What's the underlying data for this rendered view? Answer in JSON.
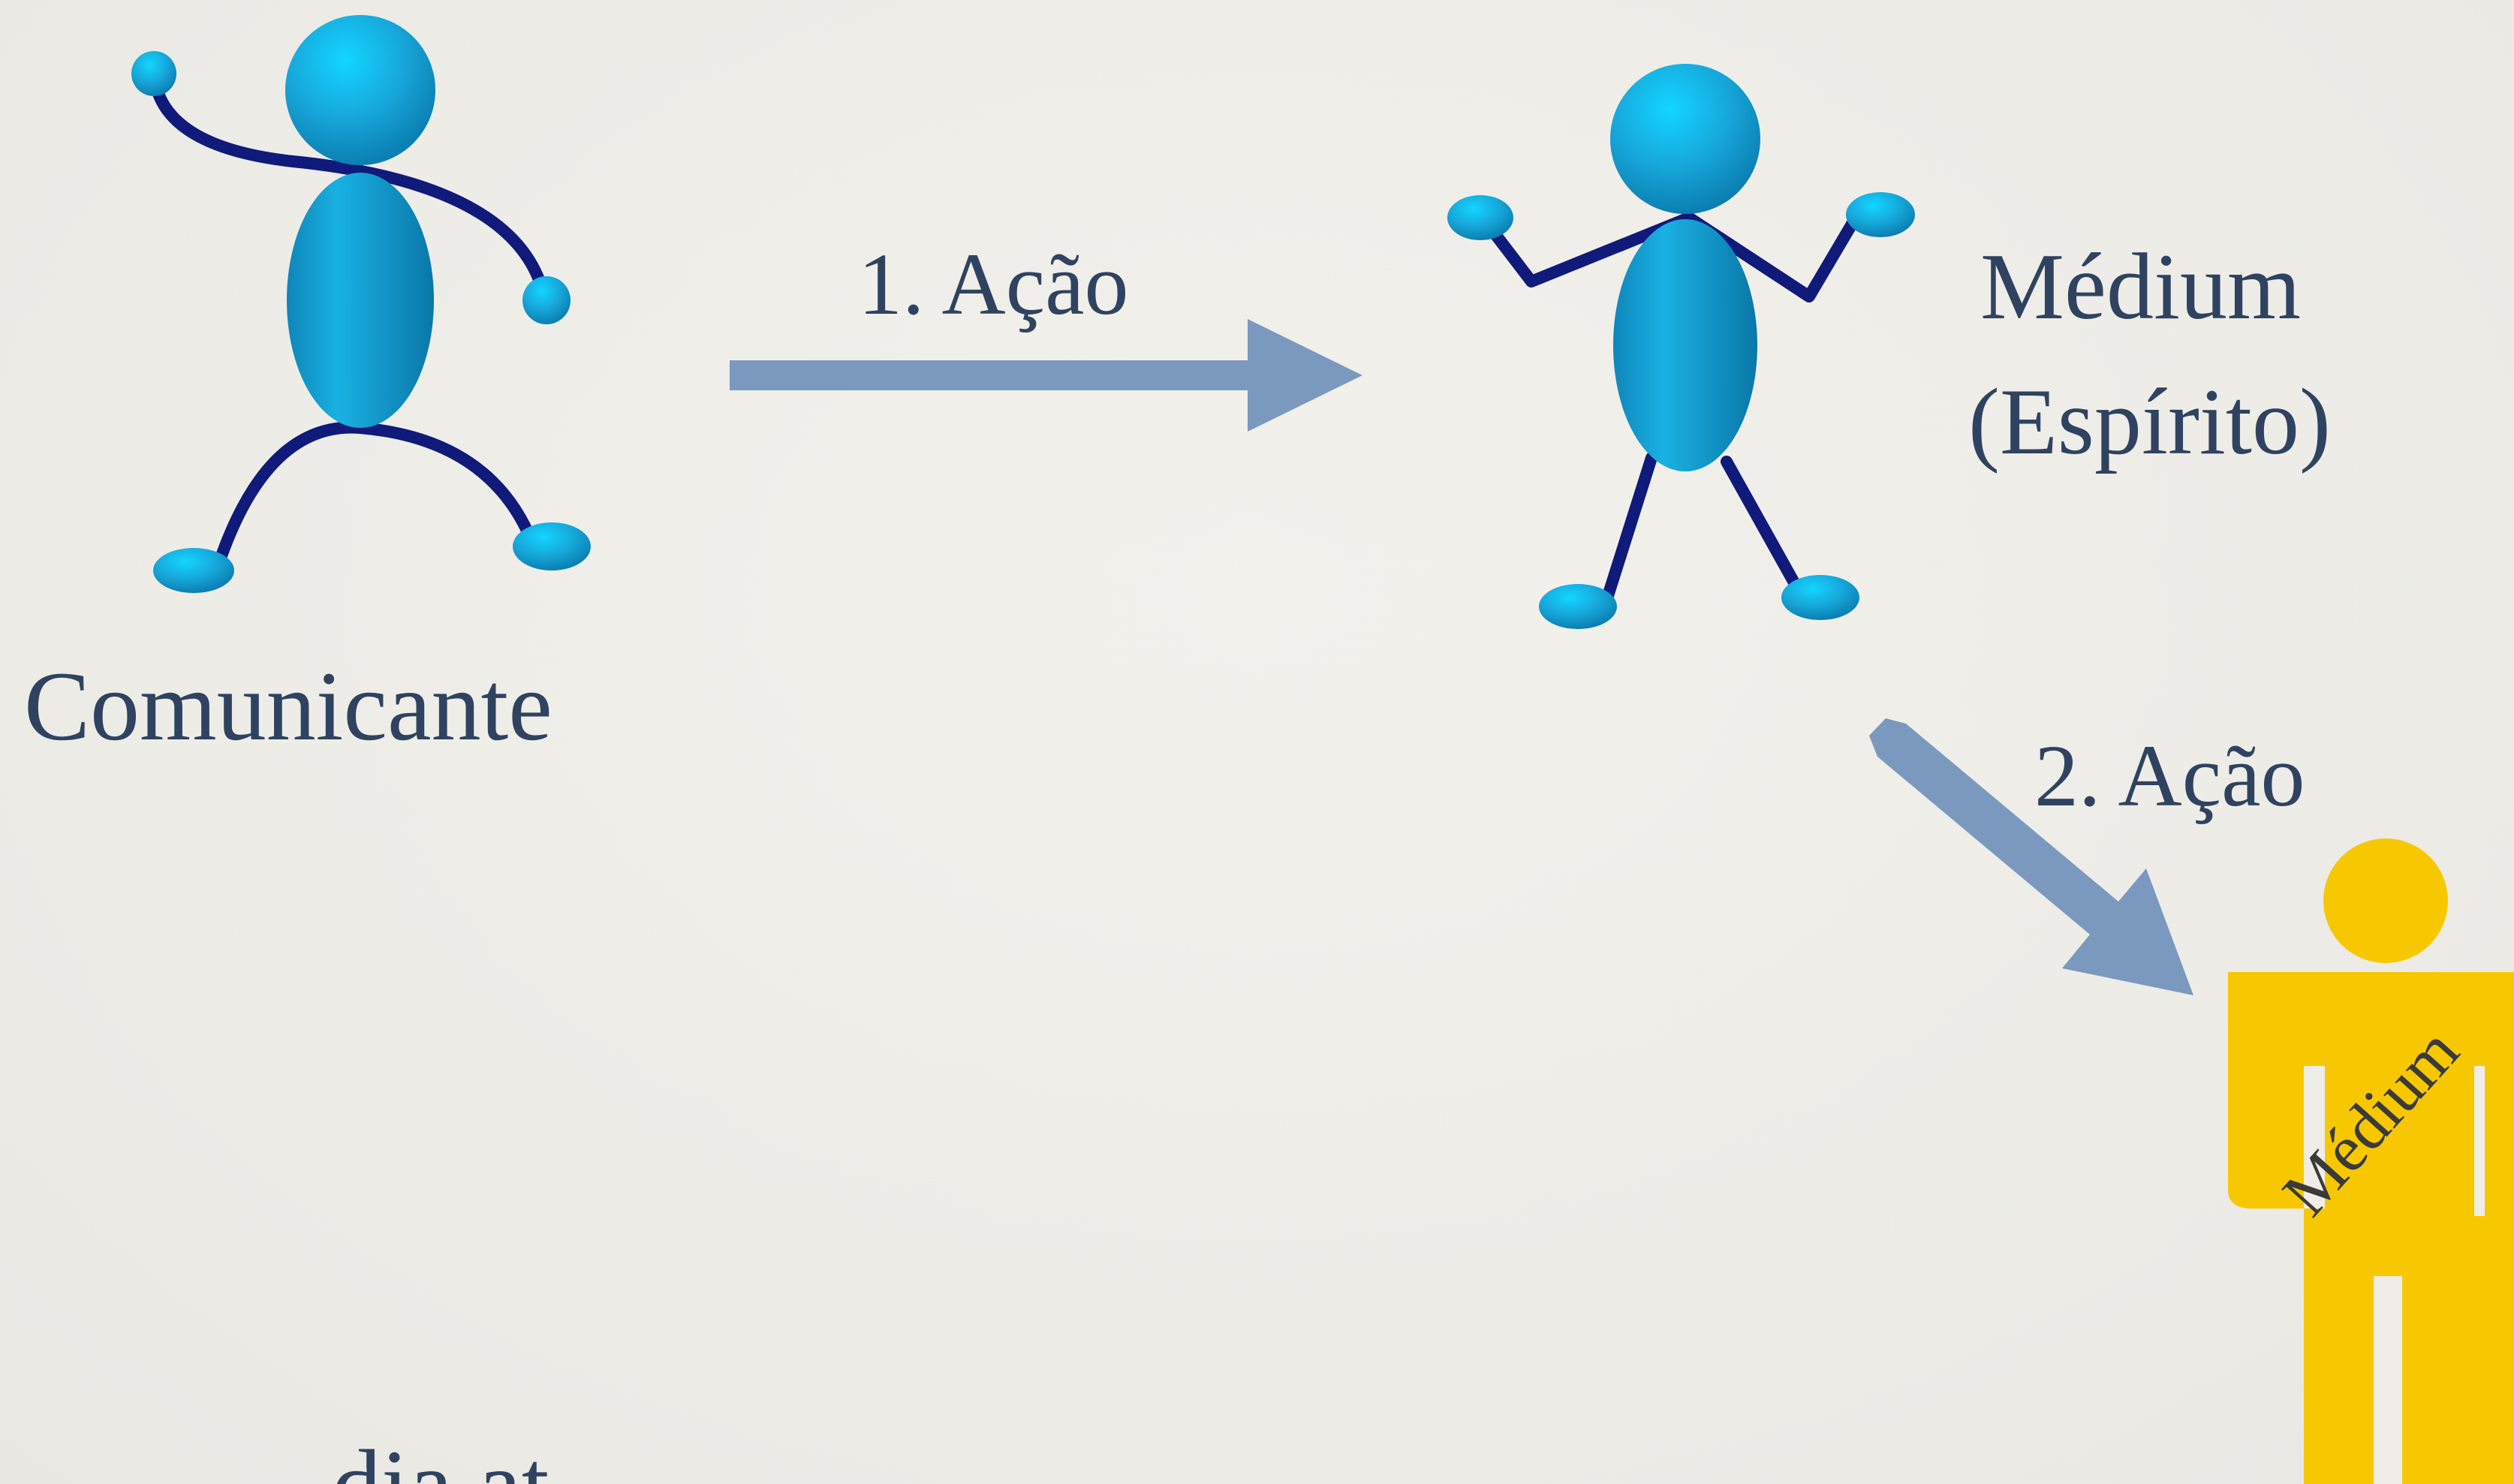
{
  "labels": {
    "comunicante": "Comunicante",
    "acao1": "1. Ação",
    "medium_title_line1": "Médium",
    "medium_title_line2": "(Espírito)",
    "acao2": "2. Ação",
    "medium_body_text": "Médium",
    "bottom_partial_text": "…dia at…"
  },
  "colors": {
    "background": "#efede8",
    "figure_blue": "#1aa0d4",
    "limb_navy": "#0f1a7a",
    "arrow": "#7b99be",
    "medium_yellow": "#f7c800",
    "text": "#2f4360"
  },
  "icons": {
    "communicator": "stick-figure-icon",
    "spirit": "stick-figure-icon",
    "medium": "person-icon"
  }
}
